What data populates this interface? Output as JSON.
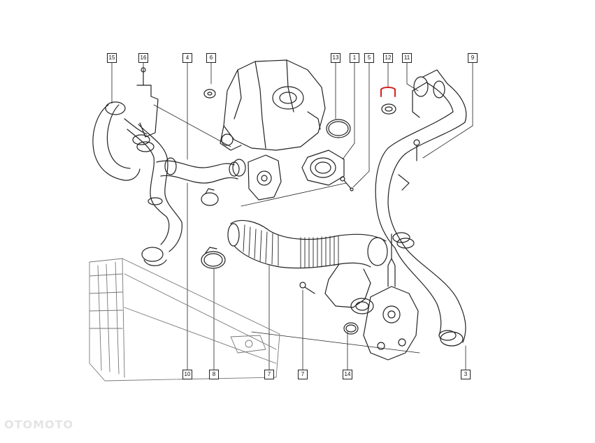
{
  "callouts": [
    {
      "id": "c15",
      "label": "15"
    },
    {
      "id": "c16",
      "label": "16"
    },
    {
      "id": "c4",
      "label": "4"
    },
    {
      "id": "c6",
      "label": "6"
    },
    {
      "id": "c13",
      "label": "13"
    },
    {
      "id": "c1",
      "label": "1"
    },
    {
      "id": "c5",
      "label": "5"
    },
    {
      "id": "c12",
      "label": "12"
    },
    {
      "id": "c11",
      "label": "11"
    },
    {
      "id": "c9",
      "label": "9"
    },
    {
      "id": "c10",
      "label": "10"
    },
    {
      "id": "c8",
      "label": "8"
    },
    {
      "id": "c7a",
      "label": "7"
    },
    {
      "id": "c7b",
      "label": "7"
    },
    {
      "id": "c14",
      "label": "14"
    },
    {
      "id": "c3",
      "label": "3"
    }
  ],
  "colors": {
    "line": "#222222",
    "highlight": "#d62020",
    "fill": "#ffffff",
    "shade": "#cfcfcf"
  },
  "watermark": "OTOMOTO"
}
